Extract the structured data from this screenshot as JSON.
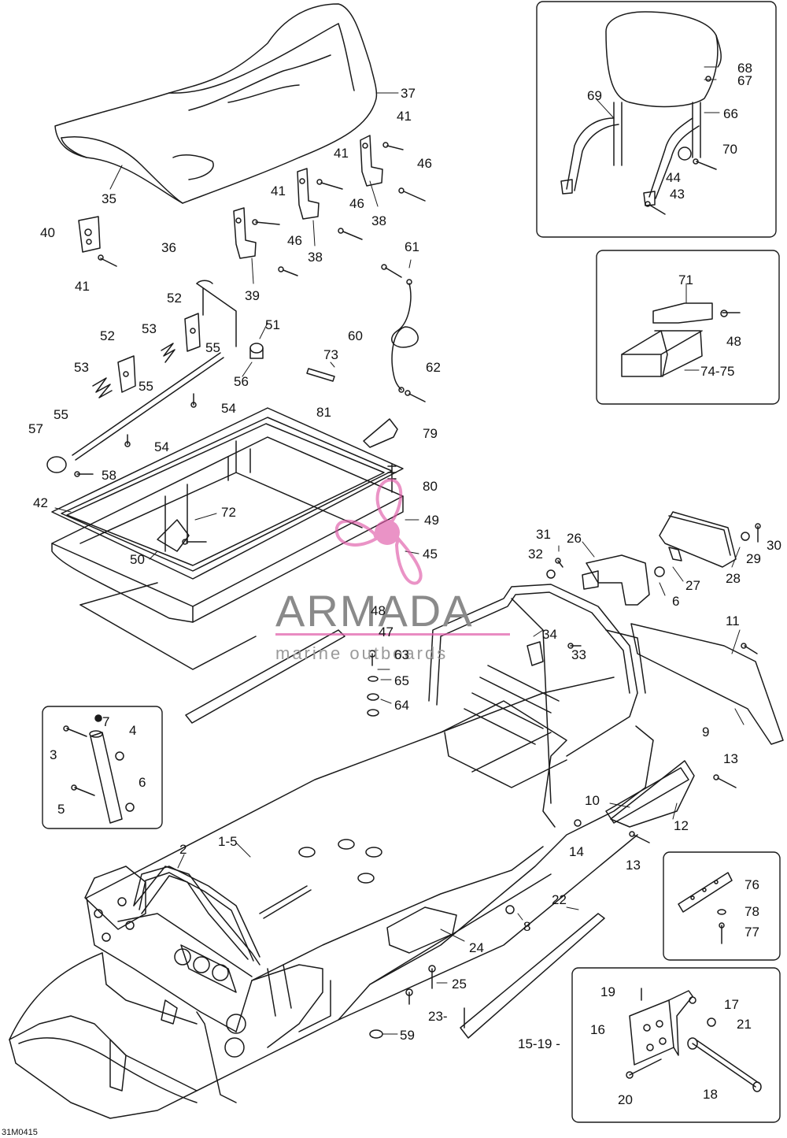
{
  "drawing_code": "31M0415",
  "colors": {
    "line": "#1a1a1a",
    "watermark_text": "#8a8a8a",
    "watermark_logo": "#e05aa8",
    "watermark_rule": "#e05aa8"
  },
  "watermark": {
    "brand": "ARMADA",
    "tagline": "marine outboards",
    "logo_icon": "propeller-icon"
  },
  "labels": [
    "37",
    "41",
    "41",
    "46",
    "41",
    "46",
    "35",
    "40",
    "36",
    "38",
    "38",
    "46",
    "41",
    "39",
    "61",
    "52",
    "51",
    "53",
    "52",
    "55",
    "60",
    "73",
    "56",
    "53",
    "55",
    "62",
    "55",
    "54",
    "81",
    "57",
    "79",
    "54",
    "58",
    "80",
    "42",
    "72",
    "49",
    "50",
    "45",
    "48",
    "47",
    "63",
    "65",
    "64",
    "7",
    "4",
    "3",
    "6",
    "5",
    "2",
    "1-5",
    "8",
    "22",
    "24",
    "25",
    "23-",
    "59",
    "15-19 -",
    "68",
    "67",
    "69",
    "66",
    "70",
    "44",
    "43",
    "71",
    "48",
    "74-75",
    "31",
    "26",
    "30",
    "32",
    "29",
    "28",
    "27",
    "6",
    "34",
    "33",
    "11",
    "9",
    "13",
    "10",
    "12",
    "14",
    "13",
    "76",
    "78",
    "77",
    "19",
    "17",
    "16",
    "21",
    "20",
    "18"
  ]
}
